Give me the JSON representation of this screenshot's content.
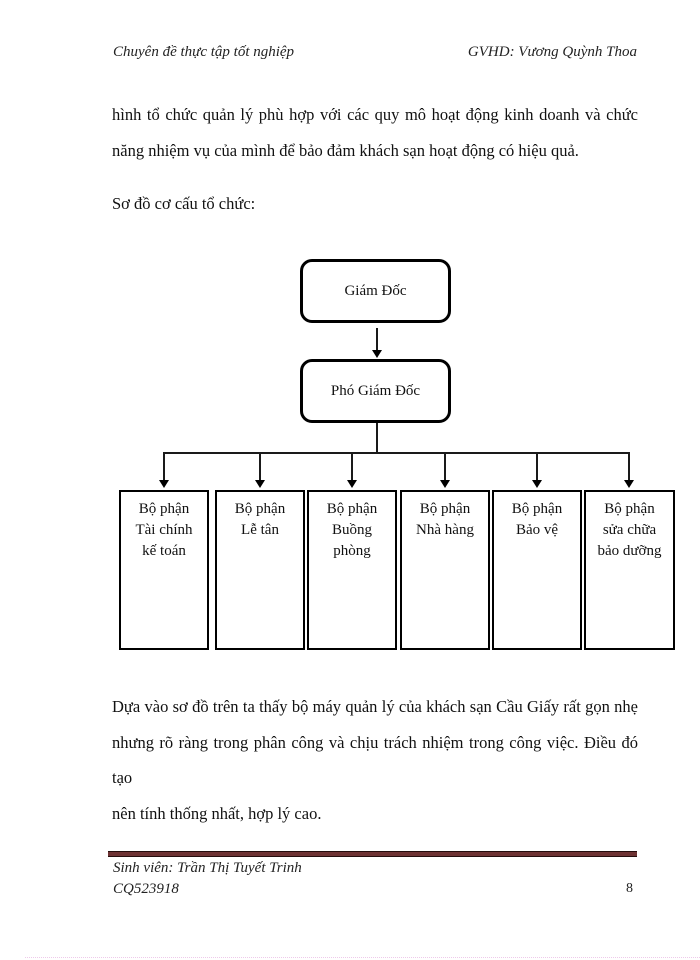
{
  "page": {
    "header_left": "Chuyên đề thực tập tốt nghiệp",
    "header_right": "GVHD: Vương Quỳnh Thoa",
    "footer_student": "Sinh viên: Trần Thị Tuyết Trinh",
    "footer_id": "CQ523918",
    "page_number": "8"
  },
  "paragraphs": {
    "intro": {
      "lines": [
        "hình tổ chức quản lý phù hợp với các quy mô hoạt động kinh doanh và chức",
        "năng nhiệm vụ của mình để bảo đảm khách sạn hoạt động có hiệu quả."
      ]
    },
    "diagram_caption": "Sơ đồ cơ cấu tổ chức:",
    "conclusion": {
      "lines": [
        "Dựa vào sơ đồ trên ta thấy bộ máy quản lý của khách sạn Cầu Giấy rất gọn nhẹ",
        "nhưng rõ ràng trong phân công và chịu trách nhiệm trong công việc. Điều đó tạo",
        "nên tính thống nhất, hợp lý cao."
      ]
    }
  },
  "org_chart": {
    "director": "Giám Đốc",
    "deputy_director": "Phó Giám Đốc",
    "departments": [
      {
        "label": "Bộ phận\nTài chính\nkế toán"
      },
      {
        "label": "Bộ phận\nLễ tân"
      },
      {
        "label": "Bộ phận\nBuồng\nphòng"
      },
      {
        "label": "Bộ phận\nNhà hàng"
      },
      {
        "label": "Bộ phận\nBảo vệ"
      },
      {
        "label": "Bộ phận\nsửa chữa\nbảo dưỡng"
      }
    ]
  },
  "colors": {
    "rule_maroon": "#6e3233",
    "connector_black": "#1a1a1a"
  }
}
